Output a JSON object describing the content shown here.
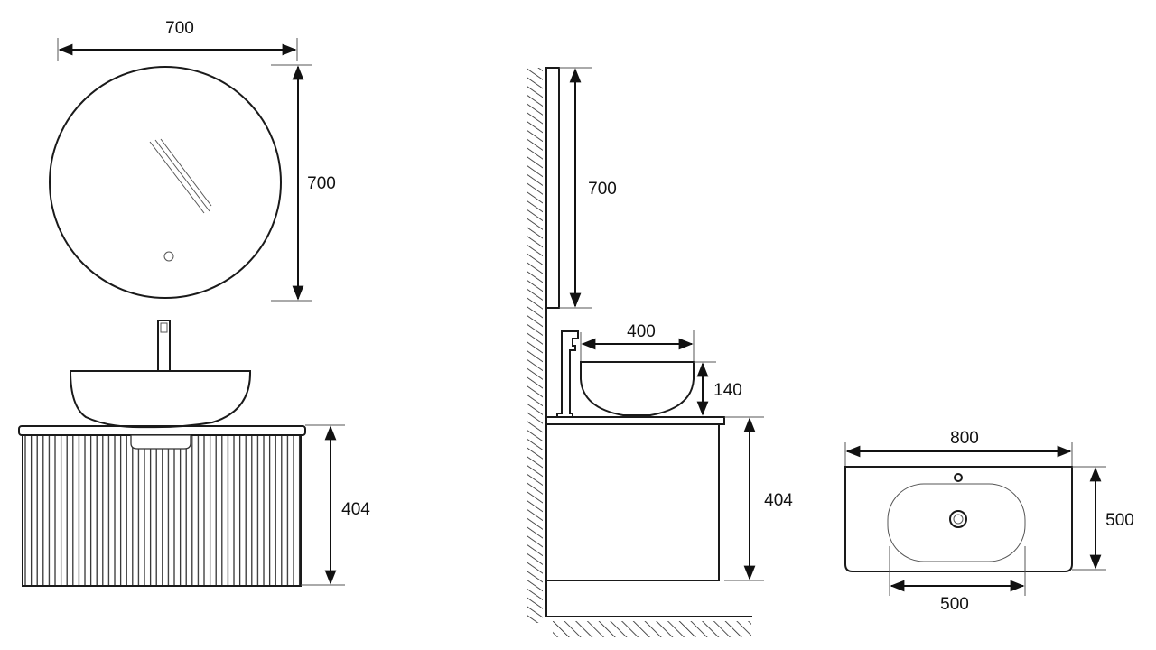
{
  "mirror_front": {
    "width_label": "700",
    "height_label": "700"
  },
  "vanity_front": {
    "height_label": "404"
  },
  "side_view": {
    "mirror_height_label": "700",
    "basin_width_label": "400",
    "basin_height_label": "140",
    "cabinet_height_label": "404"
  },
  "top_view": {
    "width_label": "800",
    "depth_label": "500",
    "bowl_width_label": "500"
  },
  "colors": {
    "line": "#1a1a1a",
    "background": "#ffffff"
  }
}
